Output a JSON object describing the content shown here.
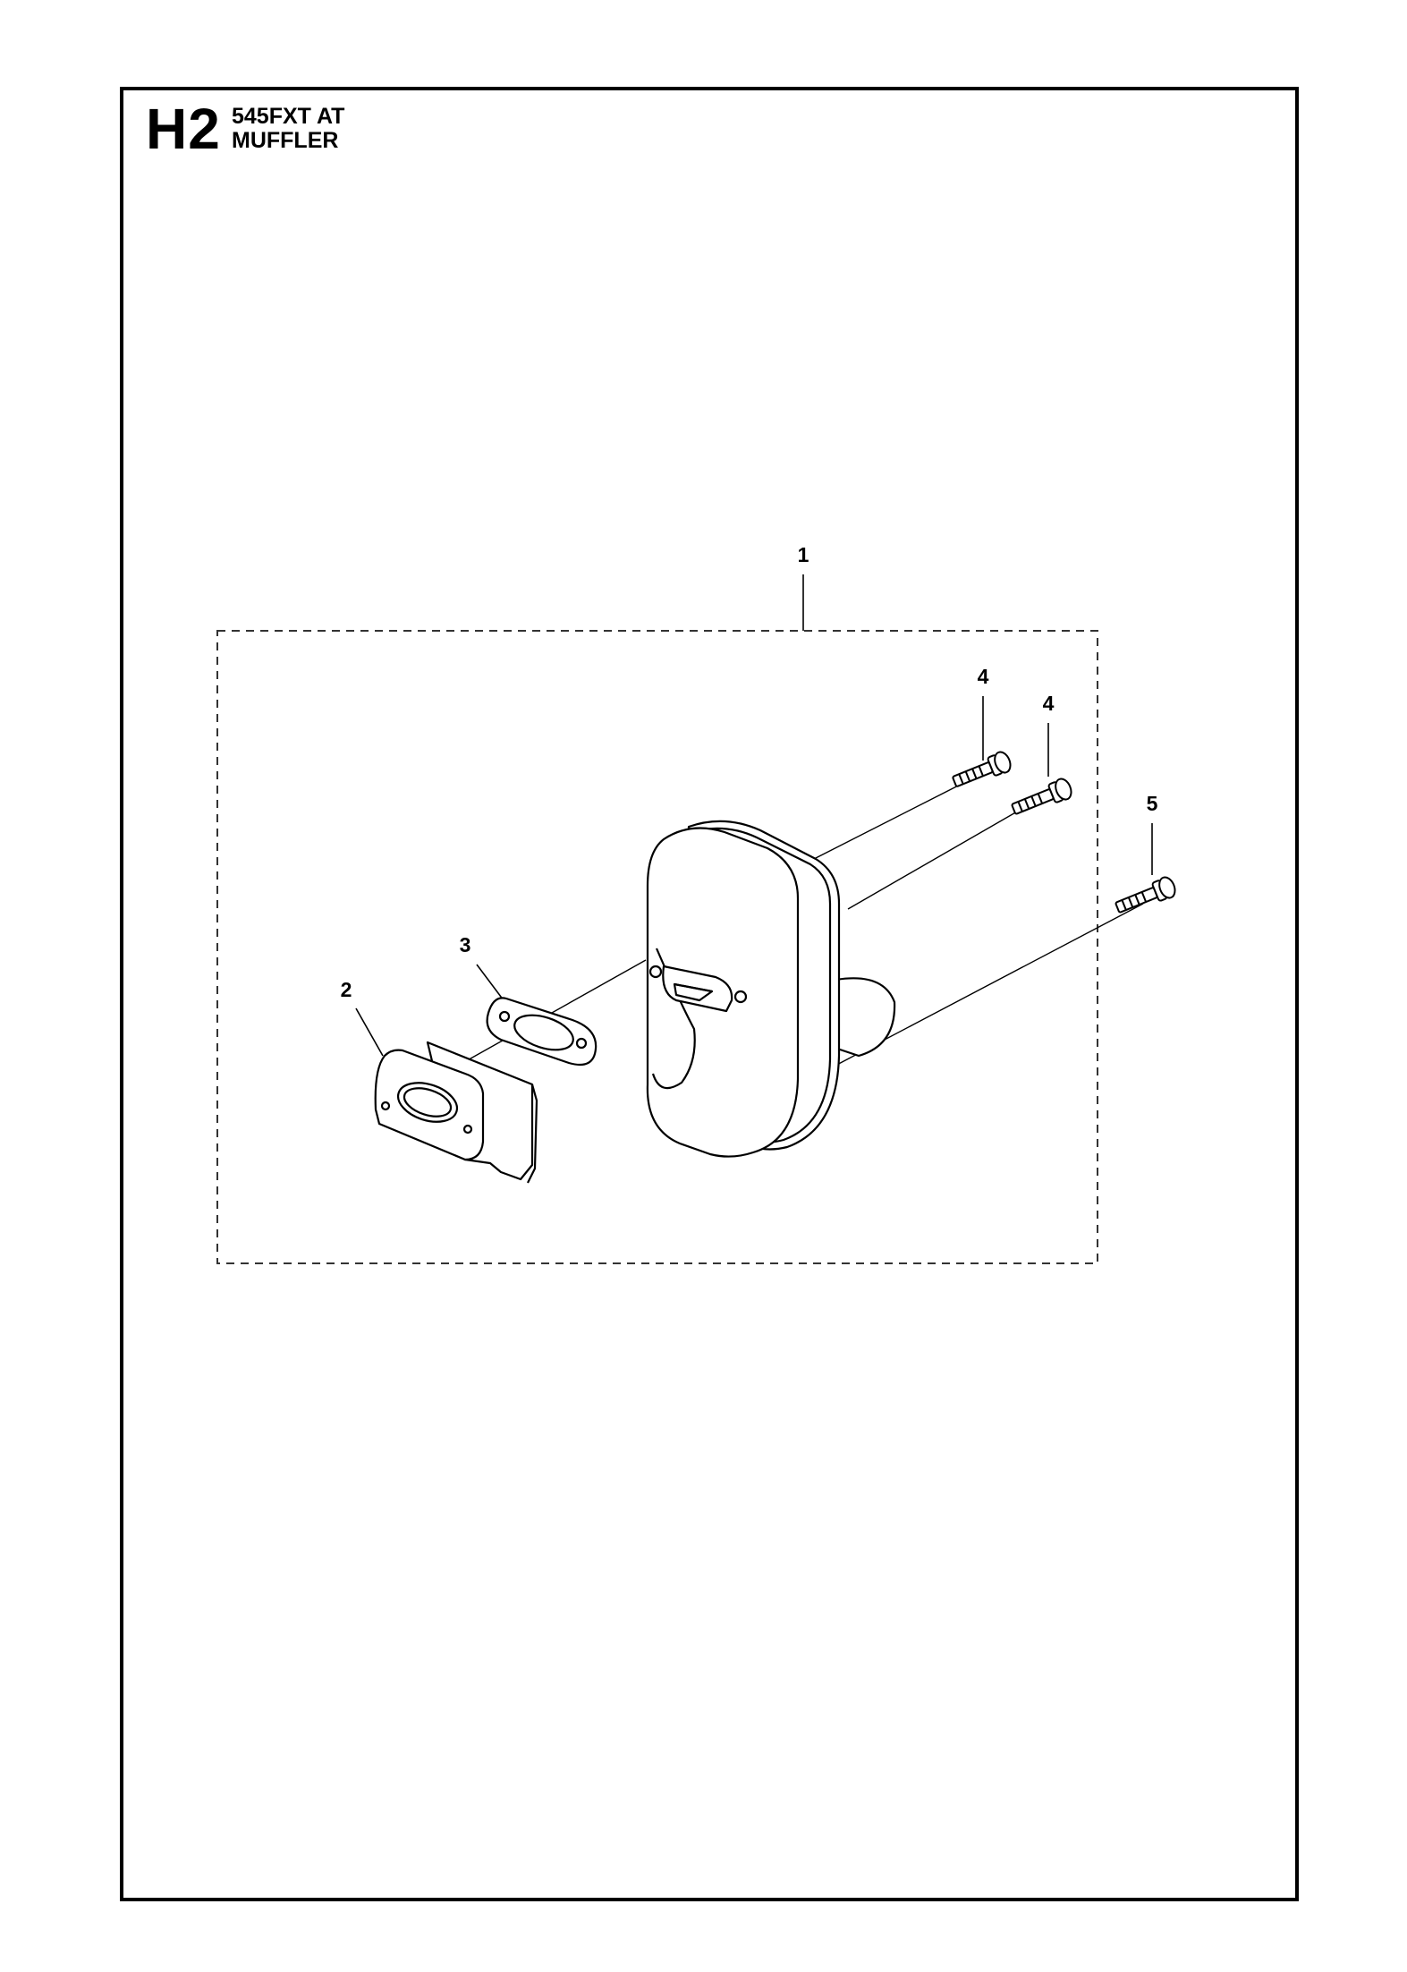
{
  "header": {
    "section_code": "H2",
    "model": "545FXT AT",
    "part_group": "MUFFLER"
  },
  "callouts": [
    {
      "id": "1",
      "label": "1"
    },
    {
      "id": "2",
      "label": "2"
    },
    {
      "id": "3",
      "label": "3"
    },
    {
      "id": "4a",
      "label": "4"
    },
    {
      "id": "4b",
      "label": "4"
    },
    {
      "id": "5",
      "label": "5"
    }
  ]
}
